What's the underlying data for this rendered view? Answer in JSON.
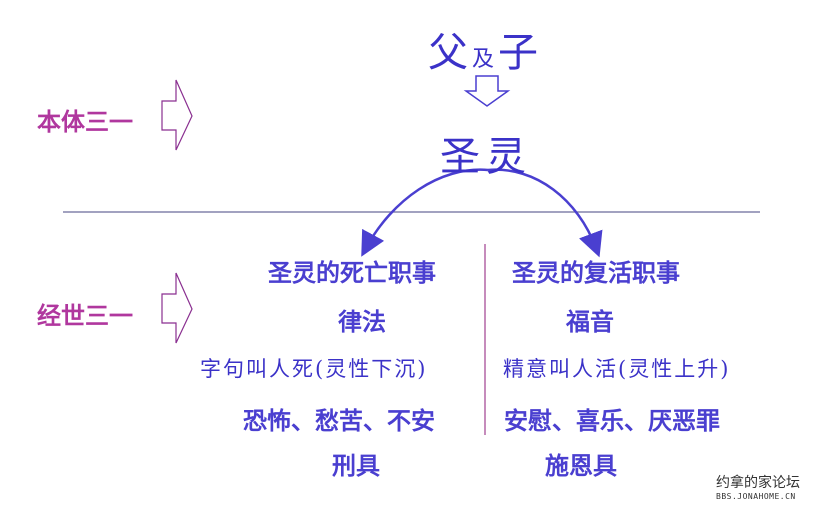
{
  "diagram": {
    "top": {
      "father": "父",
      "and": "及",
      "son": "子"
    },
    "spirit": "圣灵",
    "left_labels": {
      "immanent": "本体三一",
      "economic": "经世三一"
    },
    "left_column": {
      "ministry": "圣灵的死亡职事",
      "law": "律法",
      "letter": "字句叫人死(灵性下沉)",
      "feelings": "恐怖、愁苦、不安",
      "instrument": "刑具"
    },
    "right_column": {
      "ministry": "圣灵的复活职事",
      "gospel": "福音",
      "spirit_meaning": "精意叫人活(灵性上升)",
      "feelings": "安慰、喜乐、厌恶罪",
      "instrument": "施恩具"
    },
    "watermark": {
      "name": "约拿的家论坛",
      "url": "BBS.JONAHOME.CN"
    },
    "colors": {
      "blue": "#4a3fd0",
      "purple": "#b0379e",
      "arrow_outline": "#8a2f90",
      "divider": "#6a6a9a"
    }
  }
}
